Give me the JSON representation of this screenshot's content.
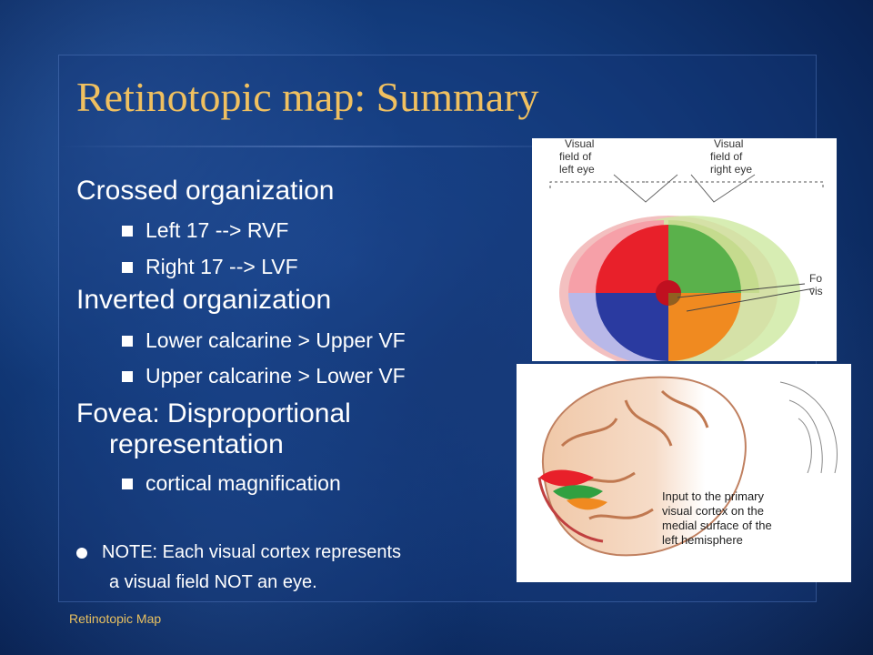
{
  "slide": {
    "title": "Retinotopic map:  Summary",
    "footer": "Retinotopic Map"
  },
  "content": {
    "h1_crossed": "Crossed organization",
    "b_left17": "Left 17 --> RVF",
    "b_right17": "Right 17 --> LVF",
    "h1_inverted": "Inverted organization",
    "b_lower": "Lower calcarine > Upper VF",
    "b_upper": "Upper calcarine > Lower VF",
    "h1_fovea_1": "Fovea: Disproportional",
    "h1_fovea_2": "representation",
    "b_cortical": "cortical magnification",
    "note_1": "NOTE:  Each visual cortex represents",
    "note_2": "a visual field NOT an eye."
  },
  "figure_top": {
    "label_left_1": "Visual",
    "label_left_2": "field of",
    "label_left_3": "left eye",
    "label_right_1": "Visual",
    "label_right_2": "field of",
    "label_right_3": "right eye",
    "label_fovea_1": "Fo",
    "label_fovea_2": "vis"
  },
  "figure_bottom": {
    "caption_1": "Input to the primary",
    "caption_2": "visual cortex on the",
    "caption_3": "medial surface of the",
    "caption_4": "left hemisphere"
  },
  "colors": {
    "title": "#f0c060",
    "red": "#e8202a",
    "green": "#30a040",
    "blue": "#2a3aa0",
    "orange": "#f08a20"
  }
}
